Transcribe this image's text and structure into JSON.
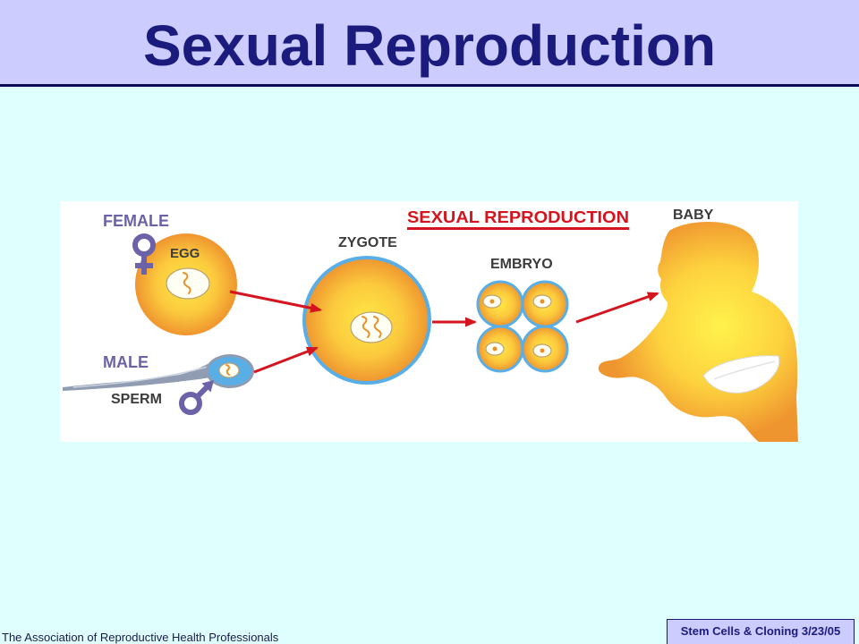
{
  "slide": {
    "title": "Sexual Reproduction",
    "footer": {
      "organization": "The Association of Reproductive Health Professionals",
      "course_date": "Stem Cells & Cloning 3/23/05"
    }
  },
  "diagram": {
    "heading": "SEXUAL REPRODUCTION",
    "labels": {
      "female": "FEMALE",
      "egg": "EGG",
      "male": "MALE",
      "sperm": "SPERM",
      "zygote": "ZYGOTE",
      "embryo": "EMBRYO",
      "baby": "BABY"
    },
    "icons": {
      "female_symbol": "female-symbol-icon",
      "male_symbol": "male-symbol-icon"
    }
  },
  "colors": {
    "background": "#DFFFFF",
    "header_band": "#CCCCFF",
    "title": "#1B1B7E",
    "sex_symbol": "#6C62A8",
    "label": "#3C3C3C",
    "heading": "#D4141E",
    "arrow": "#D4141E",
    "cell_border": "#5AAEE6",
    "cell_center": "#FFE845",
    "cell_edge": "#EF952F"
  }
}
